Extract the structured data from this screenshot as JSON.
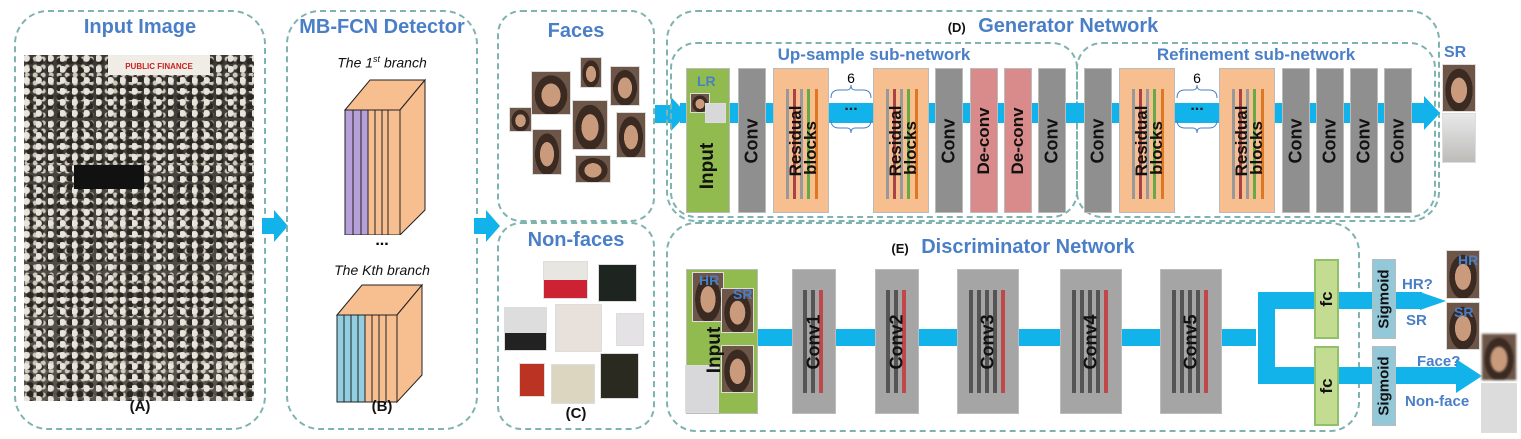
{
  "panel_a": {
    "title": "Input Image",
    "caption": "(A)",
    "image": "crowd-photo",
    "sign_text": "PUBLIC FINANCE"
  },
  "panel_b": {
    "title": "MB-FCN Detector",
    "caption": "(B)",
    "branch_first": "The 1st branch",
    "branch_first_prefix": "The 1",
    "branch_first_sup": "st",
    "branch_first_suffix": " branch",
    "ellipsis": "...",
    "branch_last": "The Kth branch"
  },
  "panel_c": {
    "faces_title": "Faces",
    "nonfaces_title": "Non-faces",
    "caption": "(C)"
  },
  "generator": {
    "label": "(D)",
    "title": "Generator Network",
    "upsample_title": "Up-sample sub-network",
    "refinement_title": "Refinement sub-network",
    "input_label": "Input",
    "input_tag": "LR",
    "repeat_count": "6",
    "ellipsis": "...",
    "upsample_layers": [
      "Conv",
      "Residual blocks",
      "Residual blocks",
      "Conv",
      "De-conv",
      "De-conv",
      "Conv"
    ],
    "refinement_layers": [
      "Conv",
      "Residual blocks",
      "Residual blocks",
      "Conv",
      "Conv",
      "Conv",
      "Conv"
    ],
    "conv": "Conv",
    "deconv": "De-conv",
    "res1": "Residual",
    "res2": "blocks",
    "output_tag": "SR"
  },
  "discriminator": {
    "label": "(E)",
    "title": "Discriminator Network",
    "input_label": "Input",
    "input_tags": [
      "HR",
      "SR"
    ],
    "conv_layers": [
      "Conv1",
      "Conv2",
      "Conv3",
      "Conv4",
      "Conv5"
    ],
    "fc": "fc",
    "sigmoid": "Sigmoid",
    "out1_question": "HR?",
    "out1_alt": "SR",
    "out2_question": "Face?",
    "out2_alt": "Non-face",
    "thumb_tags": [
      "HR",
      "SR"
    ]
  },
  "colors": {
    "title_blue": "#4a7fc8",
    "flow_cyan": "#12b3ea",
    "conv_gray": "#8f8f8f",
    "residual_orange": "#f7be90",
    "deconv_pink": "#d98a8a",
    "input_green": "#92bb4f",
    "fc_green": "#c3dc92",
    "sigmoid_blue": "#92c8d8",
    "dash_teal": "#7fb3b0"
  }
}
